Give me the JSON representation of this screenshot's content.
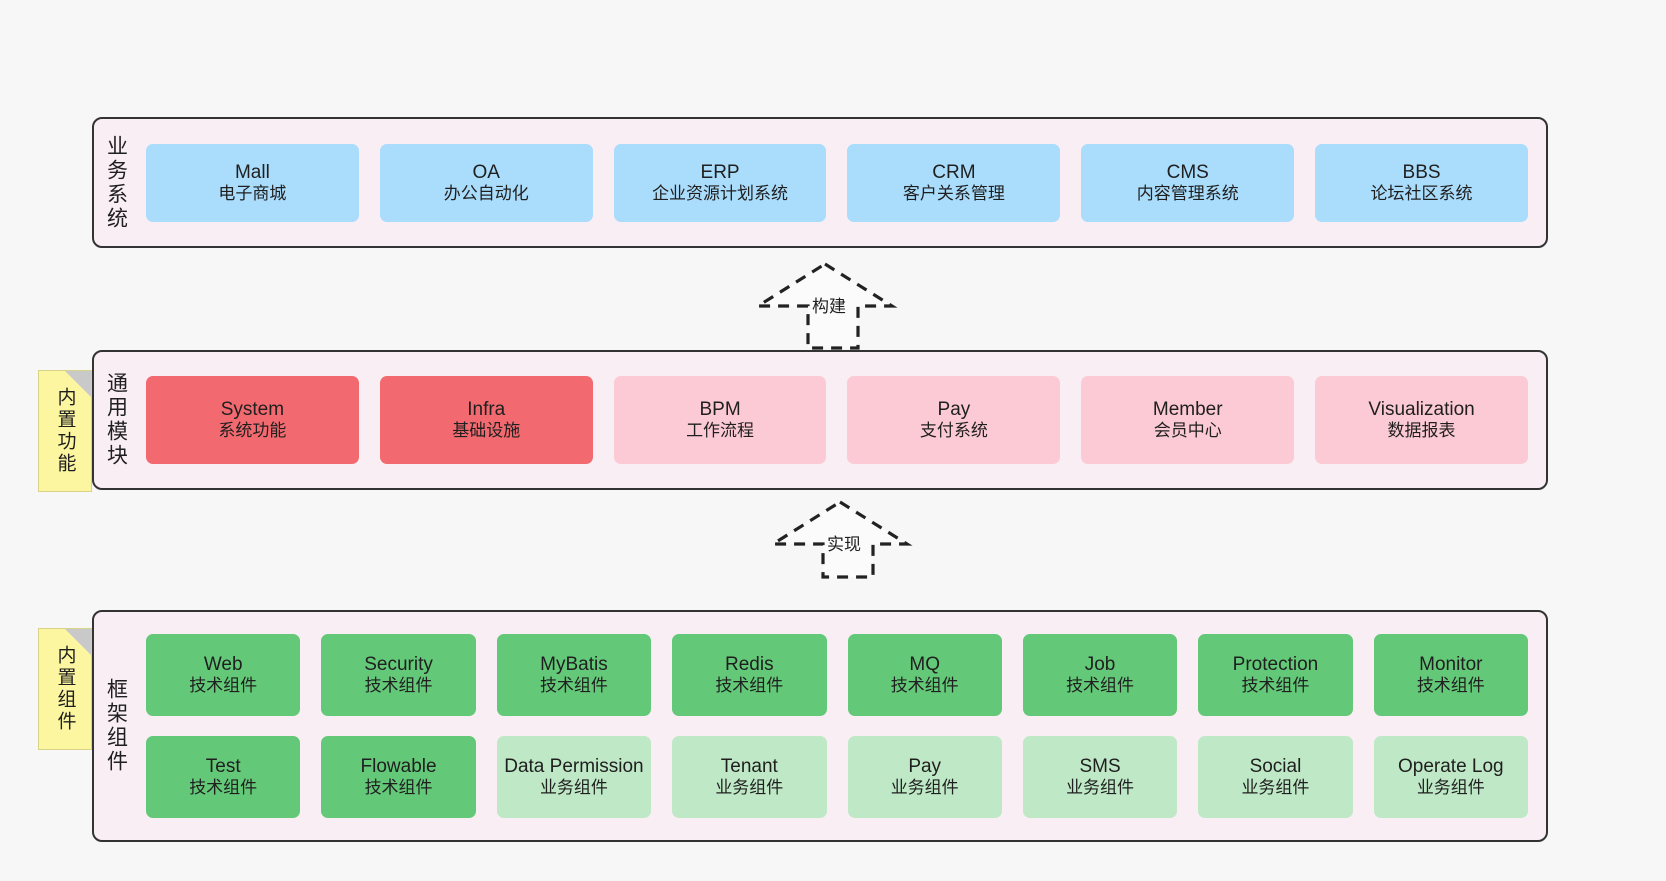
{
  "diagram": {
    "title": "",
    "background": "#f7f7f7",
    "panel_bg": "#faeef5",
    "panel_border": "#333333"
  },
  "notes": [
    {
      "id": "builtin-function",
      "label": "内置功能",
      "color": "#fcf6a0"
    },
    {
      "id": "builtin-component",
      "label": "内置组件",
      "color": "#fcf6a0"
    }
  ],
  "connectors": [
    {
      "id": "build",
      "label": "构建",
      "style": "dashed-generalization"
    },
    {
      "id": "implement",
      "label": "实现",
      "style": "dashed-generalization"
    }
  ],
  "layers": [
    {
      "id": "business-system",
      "title": "业务系统",
      "rows": [
        {
          "items": [
            {
              "name": "Mall",
              "desc": "电子商城",
              "color": "#aadcfb",
              "variant": "blue"
            },
            {
              "name": "OA",
              "desc": "办公自动化",
              "color": "#aadcfb",
              "variant": "blue"
            },
            {
              "name": "ERP",
              "desc": "企业资源计划系统",
              "color": "#aadcfb",
              "variant": "blue"
            },
            {
              "name": "CRM",
              "desc": "客户关系管理",
              "color": "#aadcfb",
              "variant": "blue"
            },
            {
              "name": "CMS",
              "desc": "内容管理系统",
              "color": "#aadcfb",
              "variant": "blue"
            },
            {
              "name": "BBS",
              "desc": "论坛社区系统",
              "color": "#aadcfb",
              "variant": "blue"
            }
          ]
        }
      ]
    },
    {
      "id": "common-module",
      "title": "通用模块",
      "rows": [
        {
          "items": [
            {
              "name": "System",
              "desc": "系统功能",
              "color": "#f26a6f",
              "variant": "red"
            },
            {
              "name": "Infra",
              "desc": "基础设施",
              "color": "#f26a6f",
              "variant": "red"
            },
            {
              "name": "BPM",
              "desc": "工作流程",
              "color": "#fbcad4",
              "variant": "pink"
            },
            {
              "name": "Pay",
              "desc": "支付系统",
              "color": "#fbcad4",
              "variant": "pink"
            },
            {
              "name": "Member",
              "desc": "会员中心",
              "color": "#fbcad4",
              "variant": "pink"
            },
            {
              "name": "Visualization",
              "desc": "数据报表",
              "color": "#fbcad4",
              "variant": "pink"
            }
          ]
        }
      ]
    },
    {
      "id": "framework-component",
      "title": "框架组件",
      "rows": [
        {
          "items": [
            {
              "name": "Web",
              "desc": "技术组件",
              "color": "#63c878",
              "variant": "green"
            },
            {
              "name": "Security",
              "desc": "技术组件",
              "color": "#63c878",
              "variant": "green"
            },
            {
              "name": "MyBatis",
              "desc": "技术组件",
              "color": "#63c878",
              "variant": "green"
            },
            {
              "name": "Redis",
              "desc": "技术组件",
              "color": "#63c878",
              "variant": "green"
            },
            {
              "name": "MQ",
              "desc": "技术组件",
              "color": "#63c878",
              "variant": "green"
            },
            {
              "name": "Job",
              "desc": "技术组件",
              "color": "#63c878",
              "variant": "green"
            },
            {
              "name": "Protection",
              "desc": "技术组件",
              "color": "#63c878",
              "variant": "green"
            },
            {
              "name": "Monitor",
              "desc": "技术组件",
              "color": "#63c878",
              "variant": "green"
            }
          ]
        },
        {
          "items": [
            {
              "name": "Test",
              "desc": "技术组件",
              "color": "#63c878",
              "variant": "green"
            },
            {
              "name": "Flowable",
              "desc": "技术组件",
              "color": "#63c878",
              "variant": "green"
            },
            {
              "name": "Data Permission",
              "desc": "业务组件",
              "color": "#bfe8c6",
              "variant": "lightgreen"
            },
            {
              "name": "Tenant",
              "desc": "业务组件",
              "color": "#bfe8c6",
              "variant": "lightgreen"
            },
            {
              "name": "Pay",
              "desc": "业务组件",
              "color": "#bfe8c6",
              "variant": "lightgreen"
            },
            {
              "name": "SMS",
              "desc": "业务组件",
              "color": "#bfe8c6",
              "variant": "lightgreen"
            },
            {
              "name": "Social",
              "desc": "业务组件",
              "color": "#bfe8c6",
              "variant": "lightgreen"
            },
            {
              "name": "Operate Log",
              "desc": "业务组件",
              "color": "#bfe8c6",
              "variant": "lightgreen"
            }
          ]
        }
      ]
    }
  ]
}
